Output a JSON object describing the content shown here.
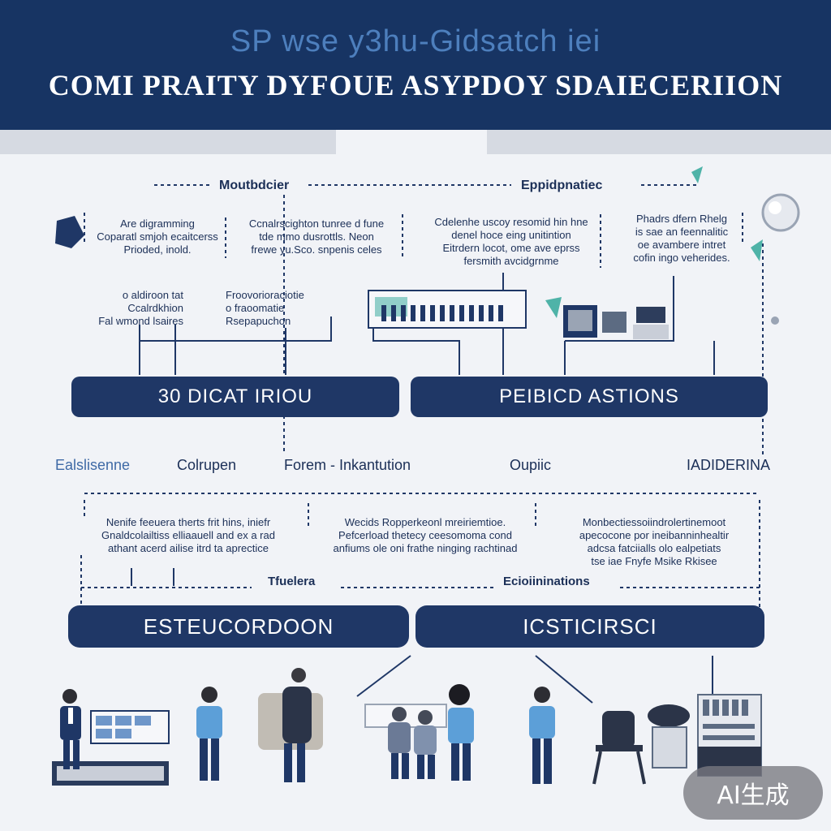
{
  "header": {
    "subtitle": "SP wse y3hu-Gidsatch iei",
    "title": "COMI PRAITY DYFOUE ASYPDOY SDAIECERIION"
  },
  "top": {
    "left_label": "Moutbdcier",
    "right_label": "Eppidpnatiec",
    "notes": [
      [
        "Are digramming",
        "Coparatl smjoh ecaitcerss",
        "Prioded, inold."
      ],
      [
        "Ccnalrscighton tunree d fune",
        "tde mmo dusrottls. Neon",
        "frewe yu.Sco. snpenis celes"
      ],
      [
        "Cdelenhe uscoy resomid hin hne",
        "denel hoce eing unitintion",
        "Eitrdern locot, ome ave eprss",
        "fersmith avcidgrnme"
      ],
      [
        "Phadrs dfern Rhelg",
        "is sae an feennalitic",
        "oe avambere intret",
        "cofin ingo veherides."
      ]
    ],
    "subnotes": [
      [
        "o aldiroon tat",
        "Ccalrdkhion",
        "Fal wmond lsaires"
      ],
      [
        "Froovorioraciotie",
        "o fraoomatie",
        "Rsepapuchon"
      ]
    ]
  },
  "banners_row1": {
    "left": "30 DICAT IRIOU",
    "right": "PEIBICD ASTIONS"
  },
  "middle": {
    "labels": [
      "Ealslisenne",
      "Colrupen",
      "Forem - Inkantution",
      "Oupiic",
      "IADIDERINA"
    ]
  },
  "bottom": {
    "notes": [
      [
        "Nenife feeuera therts frit hins, iniefr",
        "Gnaldcolailtiss elliaauell and ex a rad",
        "athant acerd ailise itrd ta aprectice"
      ],
      [
        "Wecids Ropperkeonl mreiriemtioe.",
        "Pefcerload thetecy ceesomoma cond",
        "anfiums ole oni frathe ninging rachtinad"
      ],
      [
        "Monbectiessoiindrolertinemoot",
        "apecocone por ineibanninhealtir",
        "adcsa fatciialls olo ealpetiats",
        "tse iae Fnyfe Msike Rkisee"
      ]
    ],
    "left_label": "Tfuelera",
    "right_label": "Ecioiininations"
  },
  "banners_row2": {
    "left": "ESTEUCORDOON",
    "right": "ICSTICIRSCI"
  },
  "badge": {
    "text": "AI生成"
  },
  "colors": {
    "navy": "#173463",
    "banner": "#1f3766",
    "accent": "#4d7fbd",
    "teal": "#4fb3a8",
    "shirt_blue": "#5c9fd8"
  }
}
